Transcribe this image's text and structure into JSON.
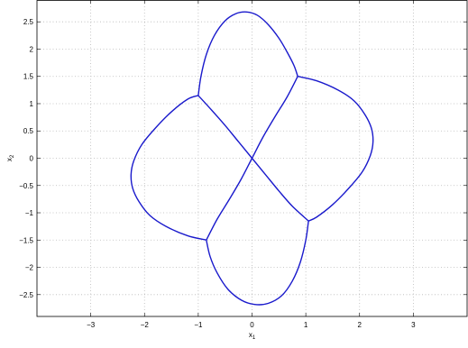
{
  "chart_data": {
    "type": "line",
    "title": "",
    "xlabel": {
      "base": "x",
      "sub": "1"
    },
    "ylabel": {
      "base": "x",
      "sub": "2"
    },
    "xlim": [
      -4,
      4
    ],
    "ylim": [
      -2.9,
      2.9
    ],
    "grid": true,
    "xticks": [
      -3,
      -2,
      -1,
      0,
      1,
      2,
      3
    ],
    "yticks": [
      -2.5,
      -2,
      -1.5,
      -1,
      -0.5,
      0,
      0.5,
      1,
      1.5,
      2,
      2.5
    ],
    "xtick_labels": [
      "−3",
      "−2",
      "−1",
      "0",
      "1",
      "2",
      "3"
    ],
    "ytick_labels": [
      "−2.5",
      "−2",
      "−1.5",
      "−1",
      "−0.5",
      "0",
      "0.5",
      "1",
      "1.5",
      "2",
      "2.5"
    ],
    "line_color": "#1a1acc",
    "series": [
      {
        "segment": "top-lobe",
        "x": [
          -1.0,
          -0.95,
          -0.85,
          -0.7,
          -0.5,
          -0.3,
          -0.1,
          0.1,
          0.3,
          0.5,
          0.65,
          0.78,
          0.85
        ],
        "y": [
          1.15,
          1.5,
          1.9,
          2.25,
          2.52,
          2.65,
          2.68,
          2.62,
          2.45,
          2.2,
          1.95,
          1.7,
          1.5
        ]
      },
      {
        "segment": "right-lobe",
        "x": [
          0.85,
          1.2,
          1.6,
          1.9,
          2.1,
          2.22,
          2.25,
          2.2,
          2.05,
          1.8,
          1.5,
          1.2,
          1.05
        ],
        "y": [
          1.5,
          1.42,
          1.25,
          1.05,
          0.8,
          0.55,
          0.3,
          0.05,
          -0.25,
          -0.55,
          -0.85,
          -1.08,
          -1.15
        ]
      },
      {
        "segment": "bottom-lobe",
        "x": [
          1.05,
          1.0,
          0.9,
          0.75,
          0.55,
          0.3,
          0.05,
          -0.2,
          -0.45,
          -0.65,
          -0.78,
          -0.85
        ],
        "y": [
          -1.15,
          -1.5,
          -1.9,
          -2.25,
          -2.52,
          -2.66,
          -2.68,
          -2.6,
          -2.4,
          -2.1,
          -1.8,
          -1.5
        ]
      },
      {
        "segment": "left-lobe",
        "x": [
          -0.85,
          -1.2,
          -1.6,
          -1.9,
          -2.1,
          -2.22,
          -2.25,
          -2.2,
          -2.05,
          -1.8,
          -1.5,
          -1.2,
          -1.0
        ],
        "y": [
          -1.5,
          -1.42,
          -1.25,
          -1.05,
          -0.8,
          -0.55,
          -0.3,
          -0.05,
          0.25,
          0.55,
          0.85,
          1.08,
          1.15
        ]
      },
      {
        "segment": "diagonal-a",
        "x": [
          -1.0,
          -0.75,
          -0.5,
          -0.25,
          0.0,
          0.25,
          0.5,
          0.75,
          1.05
        ],
        "y": [
          1.15,
          0.88,
          0.6,
          0.3,
          0.0,
          -0.3,
          -0.6,
          -0.88,
          -1.15
        ]
      },
      {
        "segment": "diagonal-b",
        "x": [
          -0.85,
          -0.65,
          -0.42,
          -0.2,
          0.0,
          0.2,
          0.42,
          0.65,
          0.85
        ],
        "y": [
          -1.5,
          -1.12,
          -0.75,
          -0.38,
          0.0,
          0.38,
          0.75,
          1.12,
          1.5
        ]
      }
    ]
  }
}
